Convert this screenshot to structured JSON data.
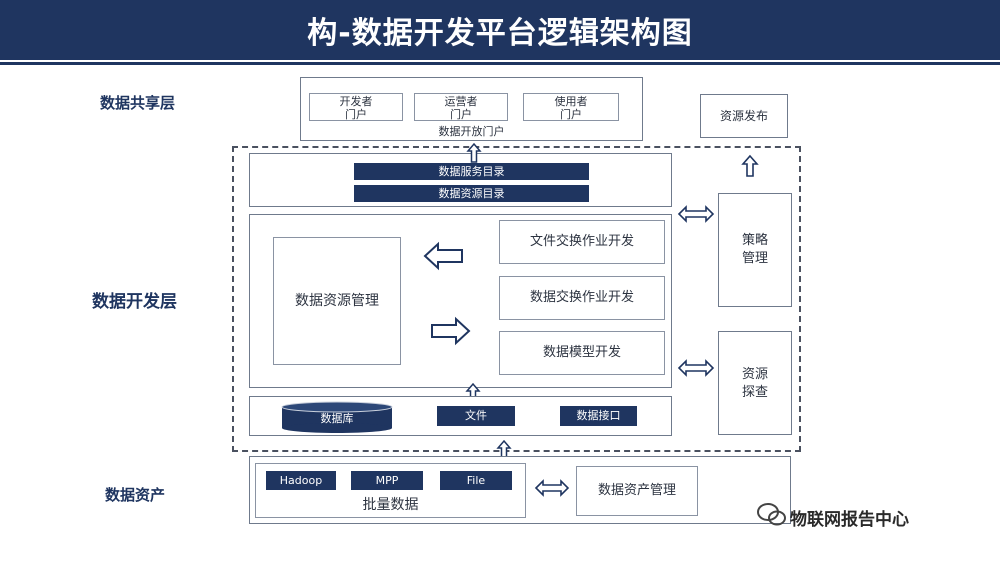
{
  "title": "构-数据开发平台逻辑架构图",
  "layers": {
    "share": "数据共享层",
    "dev": "数据开发层",
    "asset": "数据资产"
  },
  "portal": {
    "developer": [
      "开发者",
      "门户"
    ],
    "operator": [
      "运营者",
      "门户"
    ],
    "user": [
      "使用者",
      "门户"
    ],
    "label": "数据开放门户"
  },
  "resource_publish": "资源发布",
  "catalog": {
    "service": "数据服务目录",
    "resource": "数据资源目录"
  },
  "resource_mgmt": "数据资源管理",
  "dev_jobs": [
    "文件交换作业开发",
    "数据交换作业开发",
    "数据模型开发"
  ],
  "policy": [
    "策略",
    "管理"
  ],
  "explore": [
    "资源",
    "探查"
  ],
  "sources": {
    "db": "数据库",
    "file": "文件",
    "api": "数据接口"
  },
  "batch": {
    "items": [
      "Hadoop",
      "MPP",
      "File"
    ],
    "label": "批量数据"
  },
  "asset_mgmt": "数据资产管理",
  "watermark": "物联网报告中心"
}
